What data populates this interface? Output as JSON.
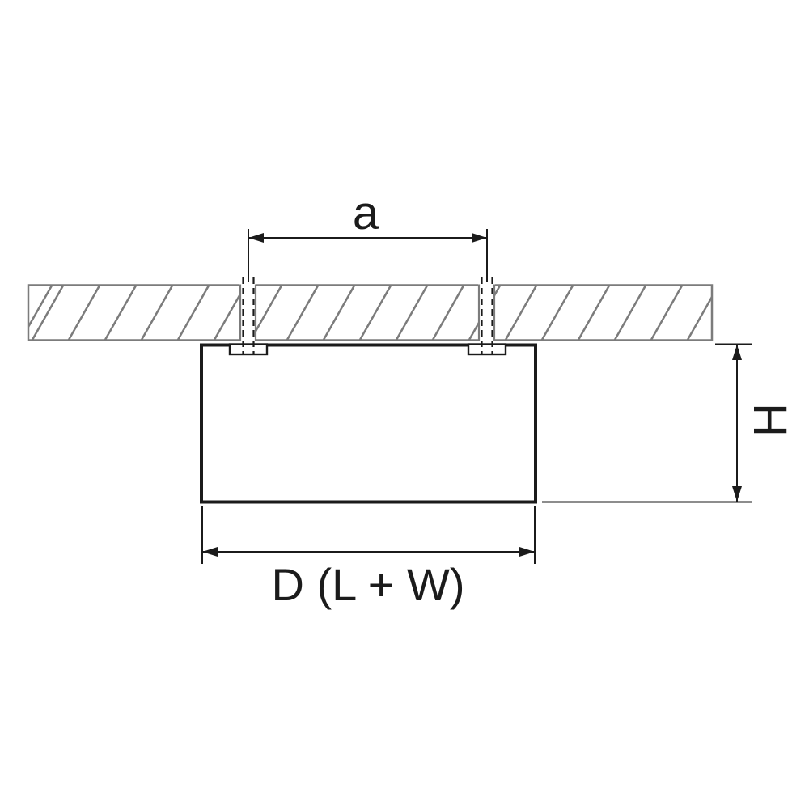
{
  "diagram": {
    "labels": {
      "mount_spacing": "a",
      "height": "H",
      "width": "D (L + W)"
    },
    "colors": {
      "ceiling": "#7c7c7c",
      "line": "#1b1b1b",
      "background": "#ffffff"
    }
  }
}
